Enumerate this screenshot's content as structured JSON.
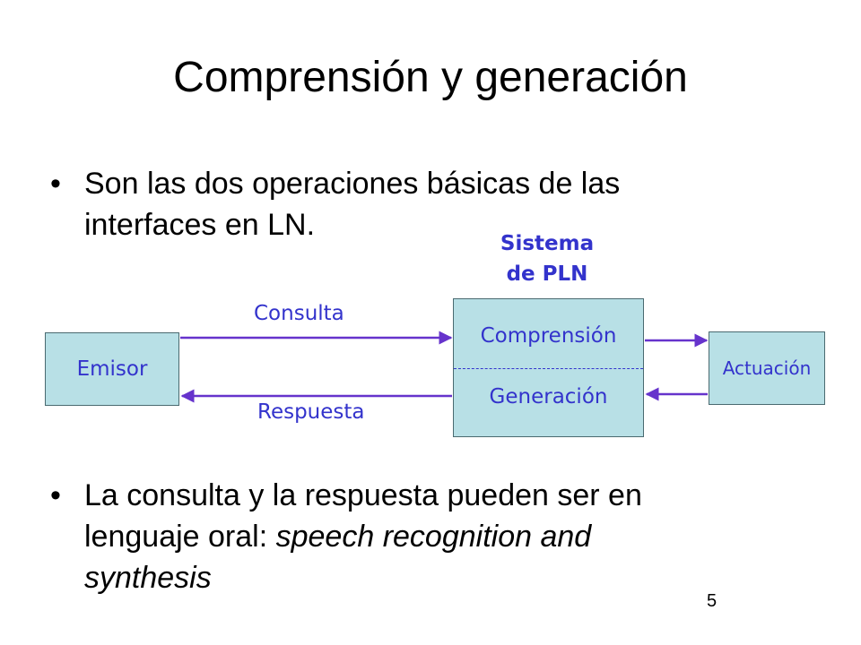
{
  "slide": {
    "title": "Comprensión y generación",
    "bullets": [
      {
        "lines": [
          "Son las dos operaciones básicas de las",
          "interfaces en LN."
        ]
      },
      {
        "line1": "La consulta y la respuesta pueden ser en",
        "line2_normal": "lenguaje oral: ",
        "line2_italic": "speech recognition and",
        "line3_italic": "synthesis"
      }
    ],
    "bullet_char": "•",
    "page_number": "5"
  },
  "diagram": {
    "system_label_line1": "Sistema",
    "system_label_line2": "de PLN",
    "emisor": "Emisor",
    "comprension": "Comprensión",
    "generacion": "Generación",
    "actuacion": "Actuación",
    "consulta": "Consulta",
    "respuesta": "Respuesta",
    "colors": {
      "box_fill": "#b8e0e6",
      "text_blue": "#3333cc",
      "arrow": "#6633cc"
    }
  }
}
